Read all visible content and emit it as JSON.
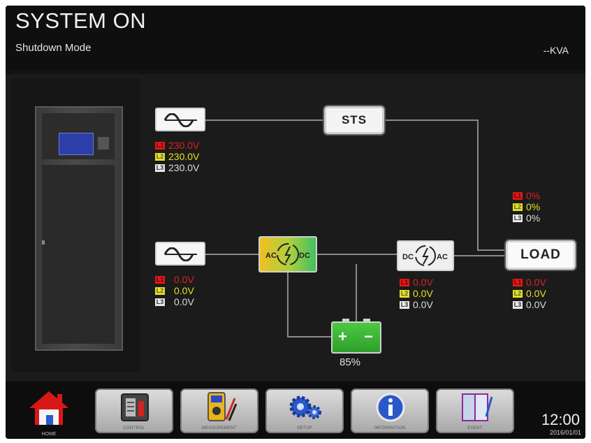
{
  "header": {
    "title": "SYSTEM ON",
    "mode": "Shutdown Mode",
    "kva": "--KVA"
  },
  "bypass_input": {
    "icon": "ac-sine-icon",
    "readings": [
      {
        "tag": "L1",
        "value": "230.0V",
        "color": "#e02020"
      },
      {
        "tag": "L2",
        "value": "230.0V",
        "color": "#e6e020"
      },
      {
        "tag": "L3",
        "value": "230.0V",
        "color": "#dcdcdc"
      }
    ]
  },
  "main_input": {
    "icon": "ac-sine-icon",
    "readings": [
      {
        "tag": "L1",
        "value": "0.0V",
        "color": "#e02020"
      },
      {
        "tag": "L2",
        "value": "0.0V",
        "color": "#e6e020"
      },
      {
        "tag": "L3",
        "value": "0.0V",
        "color": "#dcdcdc"
      }
    ]
  },
  "sts": {
    "label": "STS"
  },
  "rectifier": {
    "left": "AC",
    "right": "DC"
  },
  "inverter": {
    "left": "DC",
    "right": "AC"
  },
  "inverter_output": {
    "readings": [
      {
        "tag": "L1",
        "value": "0.0V",
        "color": "#e02020"
      },
      {
        "tag": "L2",
        "value": "0.0V",
        "color": "#e6e020"
      },
      {
        "tag": "L3",
        "value": "0.0V",
        "color": "#dcdcdc"
      }
    ]
  },
  "load": {
    "label": "LOAD",
    "percent": [
      {
        "tag": "L1",
        "value": "0%",
        "color": "#e02020"
      },
      {
        "tag": "L2",
        "value": "0%",
        "color": "#e6e020"
      },
      {
        "tag": "L3",
        "value": "0%",
        "color": "#dcdcdc"
      }
    ],
    "voltage": [
      {
        "tag": "L1",
        "value": "0.0V",
        "color": "#e02020"
      },
      {
        "tag": "L2",
        "value": "0.0V",
        "color": "#e6e020"
      },
      {
        "tag": "L3",
        "value": "0.0V",
        "color": "#dcdcdc"
      }
    ]
  },
  "battery": {
    "plus": "+",
    "minus": "−",
    "level": "85%"
  },
  "bottom_nav": {
    "home": {
      "label": "HOME",
      "icon": "home-icon",
      "color": "#d81818"
    },
    "buttons": [
      {
        "label": "CONTROL",
        "icon": "control-panel-icon"
      },
      {
        "label": "MEASUREMENT",
        "icon": "multimeter-icon"
      },
      {
        "label": "SETUP",
        "icon": "gears-icon"
      },
      {
        "label": "INFORMATION",
        "icon": "info-icon"
      },
      {
        "label": "EVENT",
        "icon": "event-log-icon"
      }
    ]
  },
  "clock": {
    "time": "12:00",
    "date": "2016/01/01"
  },
  "colors": {
    "background": "#121212",
    "red": "#e02020",
    "yellow": "#e6e020",
    "line": "#8a8a8a",
    "battery": "#3cb83a"
  }
}
